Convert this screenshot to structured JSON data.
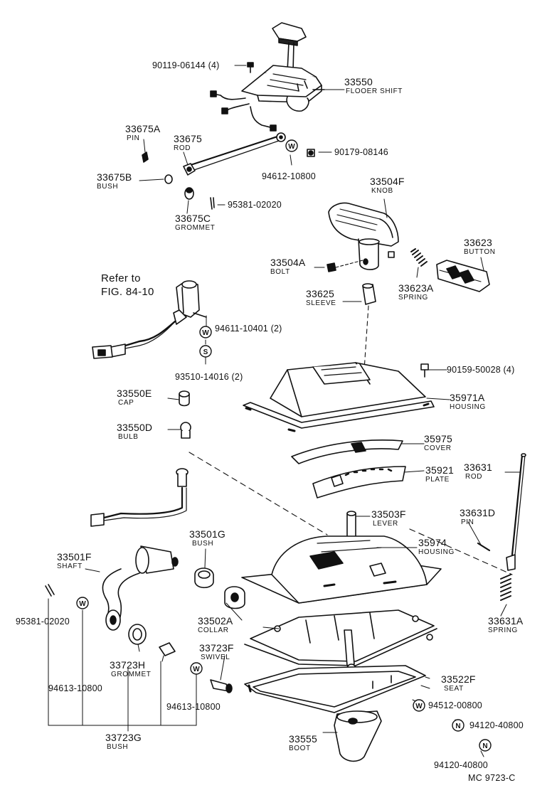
{
  "symbols": {
    "washer": "W",
    "spring_washer": "S",
    "nut": "N"
  },
  "parts": [
    {
      "id": "p33550",
      "num": "33550",
      "name": "FLOOER SHIFT"
    },
    {
      "id": "p90119",
      "num": "90119-06144 (4)"
    },
    {
      "id": "p33675A",
      "num": "33675A",
      "name": "PIN"
    },
    {
      "id": "p33675",
      "num": "33675",
      "name": "ROD"
    },
    {
      "id": "p90179",
      "num": "90179-08146"
    },
    {
      "id": "p94612",
      "num": "94612-10800"
    },
    {
      "id": "p33675B",
      "num": "33675B",
      "name": "BUSH"
    },
    {
      "id": "p95381a",
      "num": "95381-02020"
    },
    {
      "id": "p33675C",
      "num": "33675C",
      "name": "GROMMET"
    },
    {
      "id": "p33504F",
      "num": "33504F",
      "name": "KNOB"
    },
    {
      "id": "p33623",
      "num": "33623",
      "name": "BUTTON"
    },
    {
      "id": "p33504A",
      "num": "33504A",
      "name": "BOLT"
    },
    {
      "id": "p33623A",
      "num": "33623A",
      "name": "SPRING"
    },
    {
      "id": "p33625",
      "num": "33625",
      "name": "SLEEVE"
    },
    {
      "id": "p94611",
      "num": "94611-10401 (2)"
    },
    {
      "id": "p93510",
      "num": "93510-14016 (2)"
    },
    {
      "id": "p90159",
      "num": "90159-50028 (4)"
    },
    {
      "id": "p33550E",
      "num": "33550E",
      "name": "CAP"
    },
    {
      "id": "p35971A",
      "num": "35971A",
      "name": "HOUSING"
    },
    {
      "id": "p33550D",
      "num": "33550D",
      "name": "BULB"
    },
    {
      "id": "p35975",
      "num": "35975",
      "name": "COVER"
    },
    {
      "id": "p35921",
      "num": "35921",
      "name": "PLATE"
    },
    {
      "id": "p33631",
      "num": "33631",
      "name": "ROD"
    },
    {
      "id": "p33503F",
      "num": "33503F",
      "name": "LEVER"
    },
    {
      "id": "p33631D",
      "num": "33631D",
      "name": "PIN"
    },
    {
      "id": "p33501G",
      "num": "33501G",
      "name": "BUSH"
    },
    {
      "id": "p35974",
      "num": "35974",
      "name": "HOUSING"
    },
    {
      "id": "p33501F",
      "num": "33501F",
      "name": "SHAFT"
    },
    {
      "id": "p95381b",
      "num": "95381-02020"
    },
    {
      "id": "p33631A",
      "num": "33631A",
      "name": "SPRING"
    },
    {
      "id": "p33502A",
      "num": "33502A",
      "name": "COLLAR"
    },
    {
      "id": "p33723F",
      "num": "33723F",
      "name": "SWIVEL"
    },
    {
      "id": "p33723H",
      "num": "33723H",
      "name": "GROMMET"
    },
    {
      "id": "p33522F",
      "num": "33522F",
      "name": "SEAT"
    },
    {
      "id": "p94613a",
      "num": "94613-10800"
    },
    {
      "id": "p94512",
      "num": "94512-00800"
    },
    {
      "id": "p94613b",
      "num": "94613-10800"
    },
    {
      "id": "p94120a",
      "num": "94120-40800"
    },
    {
      "id": "p33723G",
      "num": "33723G",
      "name": "BUSH"
    },
    {
      "id": "p33555",
      "num": "33555",
      "name": "BOOT"
    },
    {
      "id": "p94120b",
      "num": "94120-40800"
    }
  ],
  "reference": {
    "line1": "Refer to",
    "line2": "FIG. 84-10"
  },
  "figure_code": "MC  9723-C"
}
